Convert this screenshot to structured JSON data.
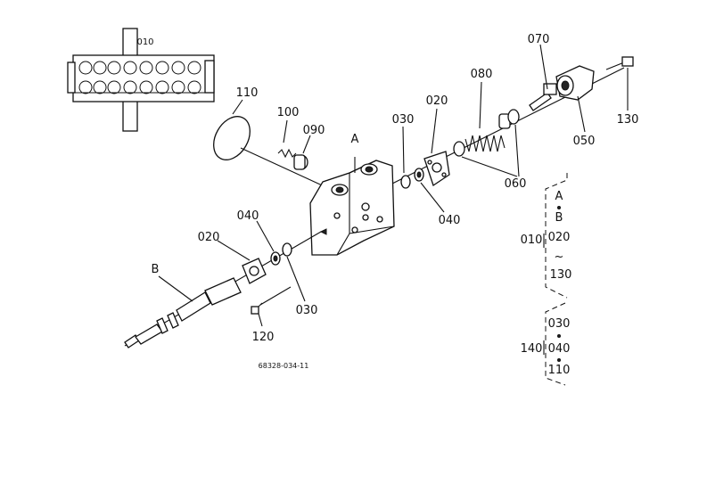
{
  "drawing_number": "68328-034-11",
  "assembly_inset_label": "010",
  "callouts": {
    "c110": "110",
    "c100": "100",
    "c090": "090",
    "cA": "A",
    "c030_top": "030",
    "c020_top": "020",
    "c080": "080",
    "c070": "070",
    "c130": "130",
    "c050": "050",
    "c060": "060",
    "c040_right": "040",
    "c040_left": "040",
    "c020_left": "020",
    "cB": "B",
    "c030_bottom": "030",
    "c120": "120"
  },
  "legend": {
    "group1": {
      "parent": "010",
      "items": [
        "A",
        "B",
        "020",
        "~",
        "130"
      ]
    },
    "group2": {
      "parent": "140",
      "items": [
        "030",
        "040",
        "110"
      ]
    }
  }
}
